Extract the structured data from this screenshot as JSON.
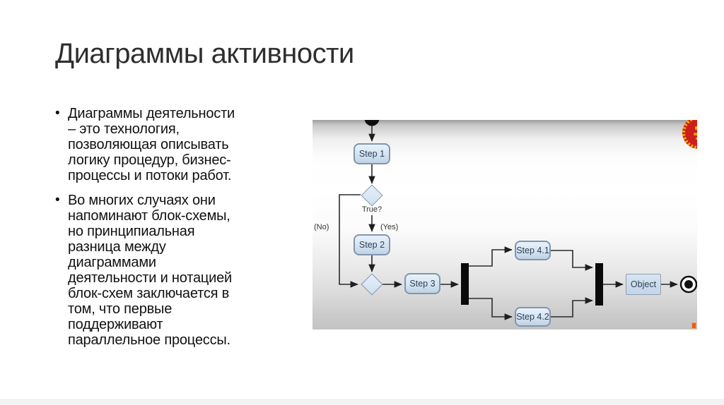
{
  "slide": {
    "title": "Диаграммы активности",
    "bullet_char": "•",
    "bullets": {
      "b1": "Диаграммы деятельности\n– это технология,\nпозволяющая описывать\nлогику процедур, бизнес-\nпроцессы и потоки работ.",
      "b2": "Во многих случаях они\nнапоминают блок-схемы,\nно принципиальная\nразница между\nдиаграммами\nдеятельности и нотацией\nблок-схем заключается в\nтом, что первые\nподдерживают\nпараллельное процессы."
    }
  },
  "diagram": {
    "steps": {
      "step1": "Step 1",
      "step2": "Step 2",
      "step3": "Step 3",
      "step41": "Step 4.1",
      "step42": "Step 4.2",
      "object": "Object"
    },
    "labels": {
      "condition": "True?",
      "yes": "(Yes)",
      "no": "(No)"
    },
    "colors": {
      "node_fill": "#d9e7f5",
      "node_border": "#8096ad",
      "connector": "#2b2b2b",
      "fork_join_bar": "#0a0a0a",
      "background_gradient_top": "#9d9d9d",
      "background_gradient_bottom": "#c3c3c3",
      "logo_red": "#cf1f1b",
      "logo_gold": "#f0b400",
      "watermark_orange": "#e2611f"
    }
  }
}
